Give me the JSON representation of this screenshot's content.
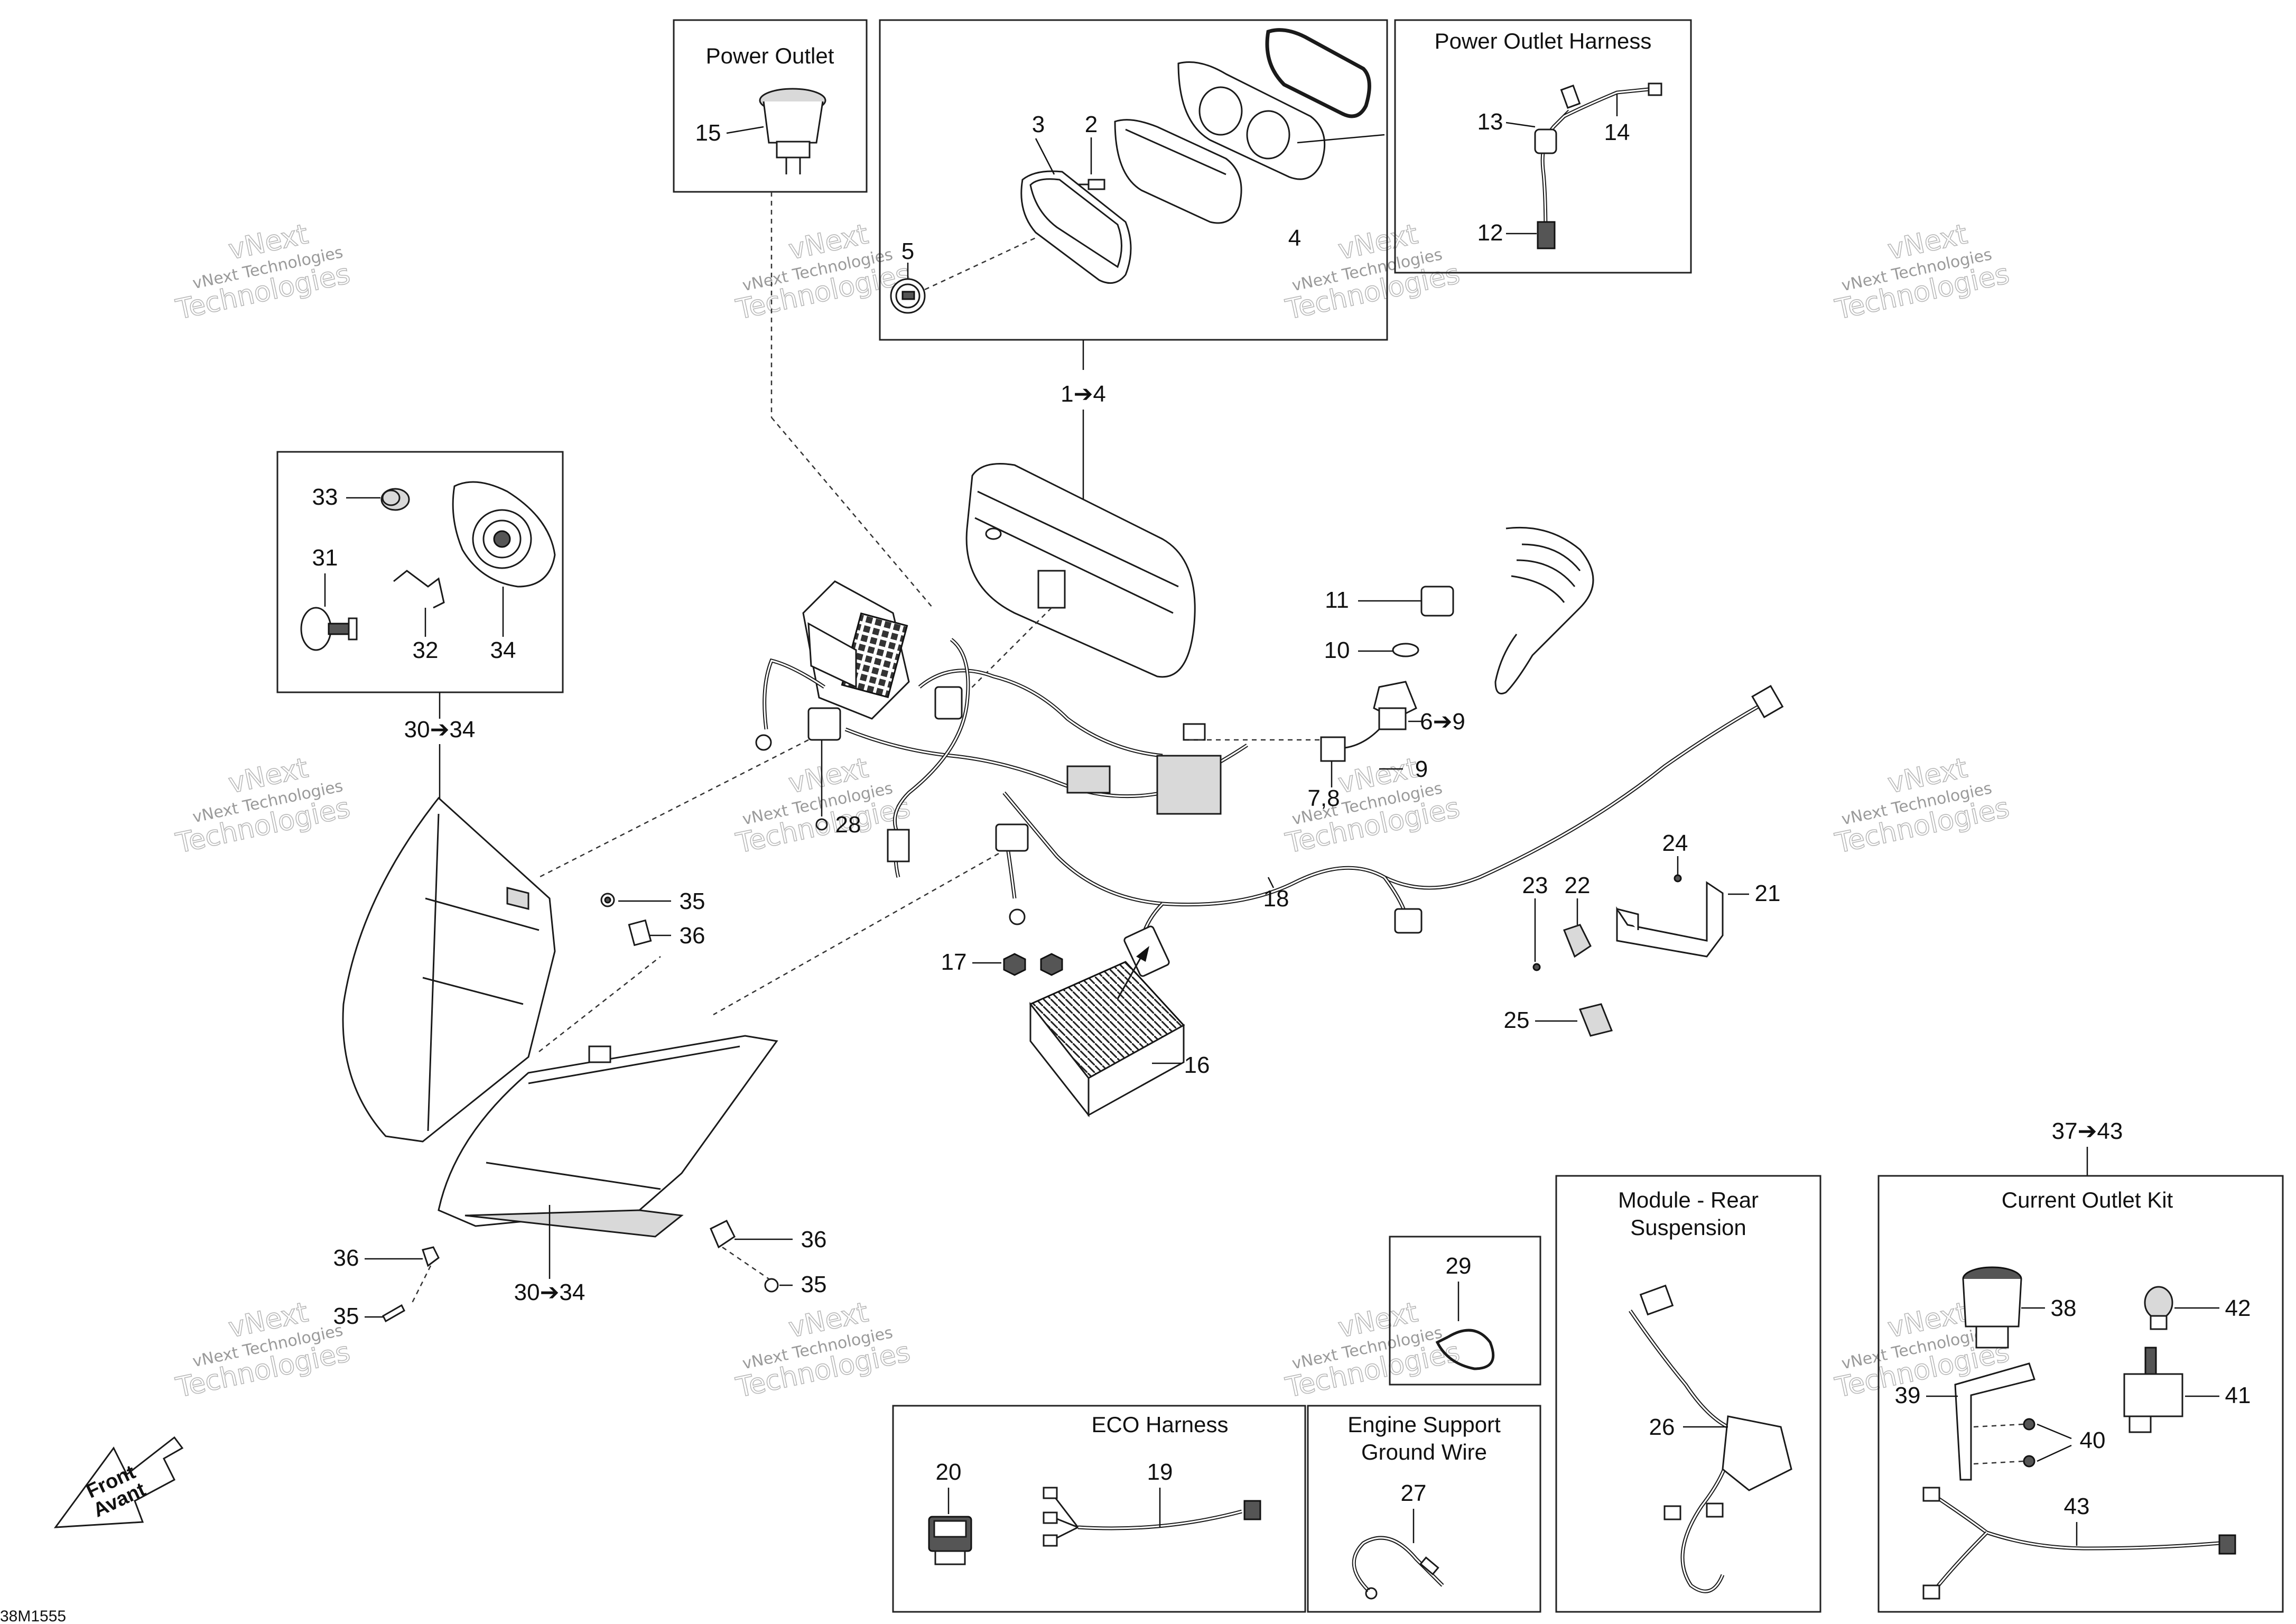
{
  "watermark": {
    "line1": "vNext Technologies",
    "line2": "vNext",
    "line3": "Technologies"
  },
  "boxes": {
    "power_outlet": "Power Outlet",
    "power_outlet_harness": "Power Outlet Harness",
    "eco_harness": "ECO Harness",
    "engine_support": [
      "Engine Support",
      "Ground Wire"
    ],
    "module_rear": [
      "Module - Rear",
      "Suspension"
    ],
    "current_outlet_kit": "Current Outlet Kit"
  },
  "callouts": {
    "c1_4": "1➔4",
    "c2": "2",
    "c3": "3",
    "c4": "4",
    "c5": "5",
    "c6_9": "6➔9",
    "c7_8": "7,8",
    "c9": "9",
    "c10": "10",
    "c11": "11",
    "c12": "12",
    "c13": "13",
    "c14": "14",
    "c15": "15",
    "c16": "16",
    "c17": "17",
    "c18": "18",
    "c19": "19",
    "c20": "20",
    "c21": "21",
    "c22": "22",
    "c23": "23",
    "c24": "24",
    "c25": "25",
    "c26": "26",
    "c27": "27",
    "c28": "28",
    "c29": "29",
    "c30_34_top": "30➔34",
    "c30_34_bottom": "30➔34",
    "c31": "31",
    "c32": "32",
    "c33": "33",
    "c34": "34",
    "c35_a": "35",
    "c35_b": "35",
    "c35_c": "35",
    "c36_a": "36",
    "c36_b": "36",
    "c36_c": "36",
    "c37_43": "37➔43",
    "c38": "38",
    "c39": "39",
    "c40": "40",
    "c41": "41",
    "c42": "42",
    "c43": "43"
  },
  "front_arrow": {
    "line1": "Front",
    "line2": "Avant"
  },
  "figure_code": "38M1555"
}
